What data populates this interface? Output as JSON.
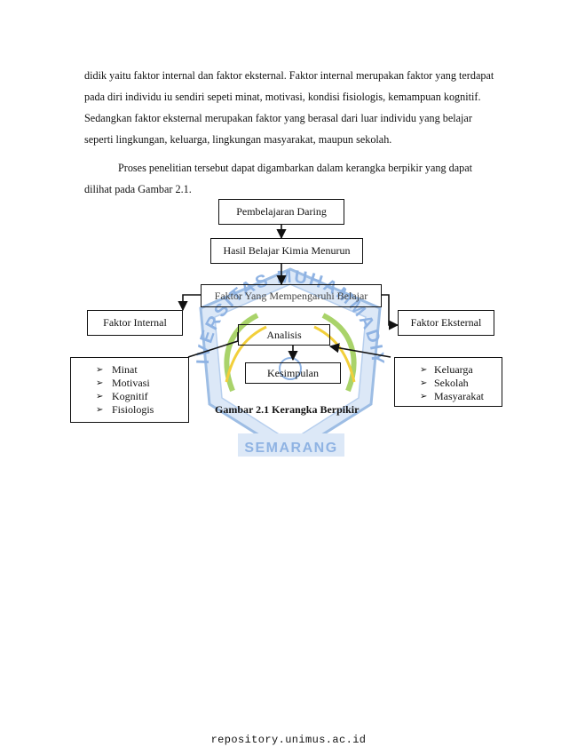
{
  "paragraphs": {
    "p1_lines": [
      "didik yaitu faktor internal dan faktor eksternal. Faktor internal merupakan faktor yang terdapat",
      "pada diri individu iu sendiri sepeti minat, motivasi, kondisi fisiologis, kemampuan kognitif.",
      "Sedangkan faktor eksternal merupakan faktor yang berasal dari luar individu yang belajar",
      "seperti lingkungan, keluarga, lingkungan masyarakat, maupun sekolah."
    ],
    "p2_lines": [
      "Proses penelitian tersebut dapat digambarkan dalam kerangka berpikir yang dapat",
      "dilihat pada Gambar 2.1."
    ]
  },
  "diagram": {
    "box_pembelajaran": "Pembelajaran Daring",
    "box_hasil": "Hasil Belajar Kimia Menurun",
    "box_faktor": "Faktor Yang Mempengaruhi Belajar",
    "box_internal": "Faktor Internal",
    "box_eksternal": "Faktor Eksternal",
    "box_analisis": "Analisis",
    "box_kesimpulan": "Kesimpulan",
    "internal_items": [
      "Minat",
      "Motivasi",
      "Kognitif",
      "Fisiologis"
    ],
    "eksternal_items": [
      "Keluarga",
      "Sekolah",
      "Masyarakat"
    ],
    "caption": "Gambar 2.1 Kerangka Berpikir",
    "line_color": "#111111"
  },
  "watermark": {
    "top_text": "UNIVERSITAS MUHAMMADIYAH",
    "bottom_text": "SEMARANG",
    "color": "#2f6fc0",
    "light_color": "#bcd3ee",
    "accent_color": "#f2cf3a"
  },
  "footer": {
    "text": "repository.unimus.ac.id"
  }
}
